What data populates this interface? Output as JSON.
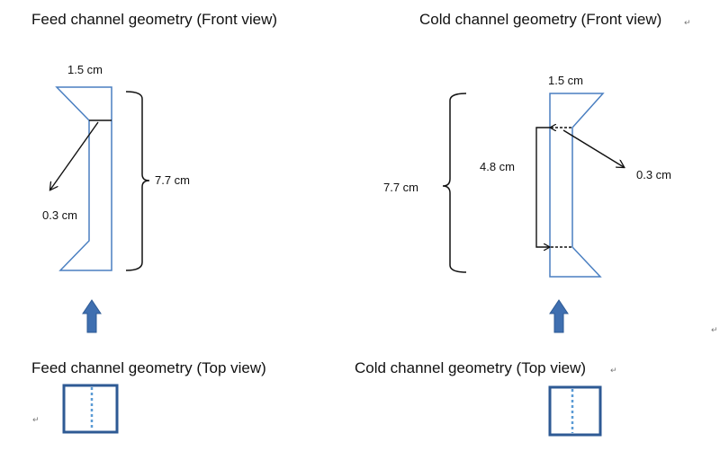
{
  "feed": {
    "front_title": "Feed channel geometry (Front view)",
    "top_title": "Feed channel geometry (Top view)",
    "width_label": "1.5 cm",
    "height_label": "7.7 cm",
    "gap_label": "0.3 cm"
  },
  "cold": {
    "front_title": "Cold channel geometry (Front view)",
    "top_title": "Cold channel geometry (Top view)",
    "width_label": "1.5 cm",
    "height_label": "7.7 cm",
    "inner_label": "4.8 cm",
    "gap_label": "0.3 cm"
  },
  "paragraph_mark": "↵",
  "colors": {
    "outline": "#4a7fc1",
    "arrow": "#3f6fb0",
    "box": "#2e5a94",
    "dotted": "#5b9bd5",
    "ink": "#111111"
  }
}
